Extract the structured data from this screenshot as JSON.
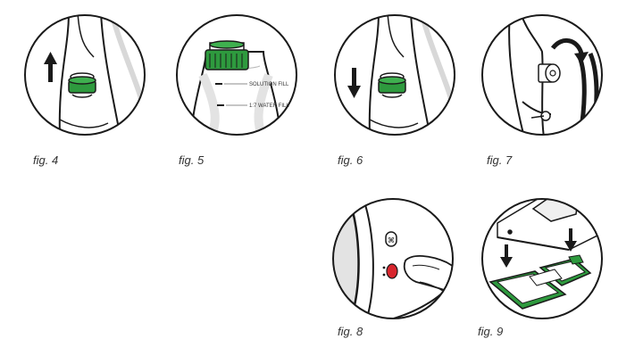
{
  "figures": [
    {
      "caption": "fig. 4"
    },
    {
      "caption": "fig. 5",
      "labels": {
        "solution_fill": "SOLUTION FILL",
        "water_fill": "1:7 WATER FILL"
      }
    },
    {
      "caption": "fig. 6"
    },
    {
      "caption": "fig. 7"
    },
    {
      "caption": "fig. 8"
    },
    {
      "caption": "fig. 9"
    }
  ],
  "colors": {
    "accent_green": "#2e9a3e",
    "button_red": "#d8262e",
    "outline": "#1a1a1a"
  }
}
